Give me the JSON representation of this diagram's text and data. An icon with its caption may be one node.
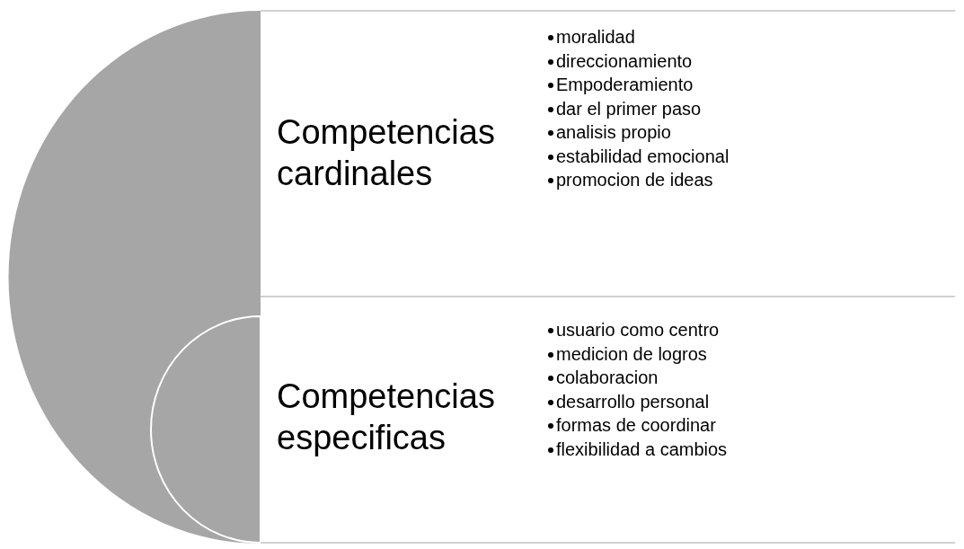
{
  "diagram": {
    "nodes": [
      {
        "text": [
          "Competencias cardinales",
          "moralidad",
          "direccionamiento",
          "Empoderamiento",
          "dar el primer paso",
          "analisis propio",
          "estabilidad emocional",
          "promocion de ideas"
        ]
      },
      {
        "text": [
          "Competencias especificas",
          "usuario como centro",
          "medicion de logros",
          "colaboracion",
          "desarrollo personal",
          "formas de coordinar",
          "flexibilidad a cambios"
        ]
      }
    ]
  }
}
